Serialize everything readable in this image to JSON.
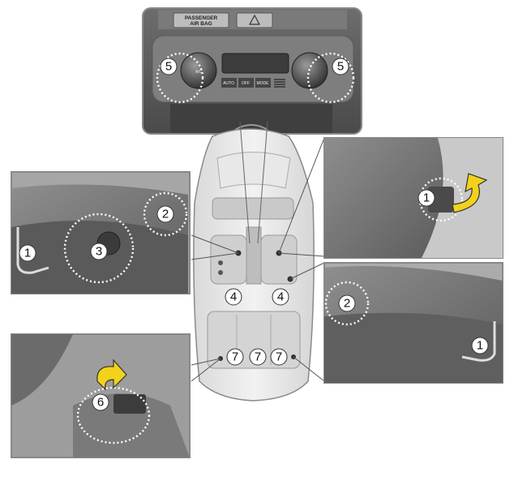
{
  "labels": {
    "passenger_air_bag": [
      "PASSENGER",
      "AIR BAG"
    ],
    "hvac_buttons": [
      "AUTO",
      "OFF",
      "MODE"
    ],
    "knob_text": "A/C",
    "callouts": {
      "one": "1",
      "two": "2",
      "three": "3",
      "four": "4",
      "five": "5",
      "six": "6",
      "seven": "7"
    }
  },
  "colors": {
    "panel_dark": "#5a5a5a",
    "panel_mid": "#8a8a8a",
    "panel_light": "#cfcfcf",
    "dotted_circle": "#ffffff",
    "arrow_yellow": "#f2d21a"
  }
}
